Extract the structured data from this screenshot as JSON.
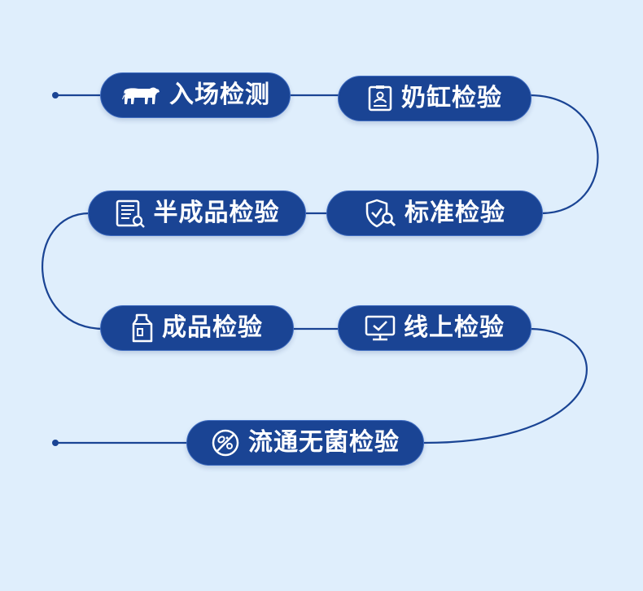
{
  "colors": {
    "background": "#dfeefc",
    "pill": "#1a4494",
    "line": "#1a4494"
  },
  "steps": [
    {
      "label": "入场检测",
      "icon": "cow-icon"
    },
    {
      "label": "奶缸检验",
      "icon": "id-card-icon"
    },
    {
      "label": "标准检验",
      "icon": "shield-search-icon"
    },
    {
      "label": "半成品检验",
      "icon": "report-document-icon"
    },
    {
      "label": "成品检验",
      "icon": "milk-carton-icon"
    },
    {
      "label": "线上检验",
      "icon": "monitor-check-icon"
    },
    {
      "label": "流通无菌检验",
      "icon": "no-bacteria-icon"
    }
  ]
}
